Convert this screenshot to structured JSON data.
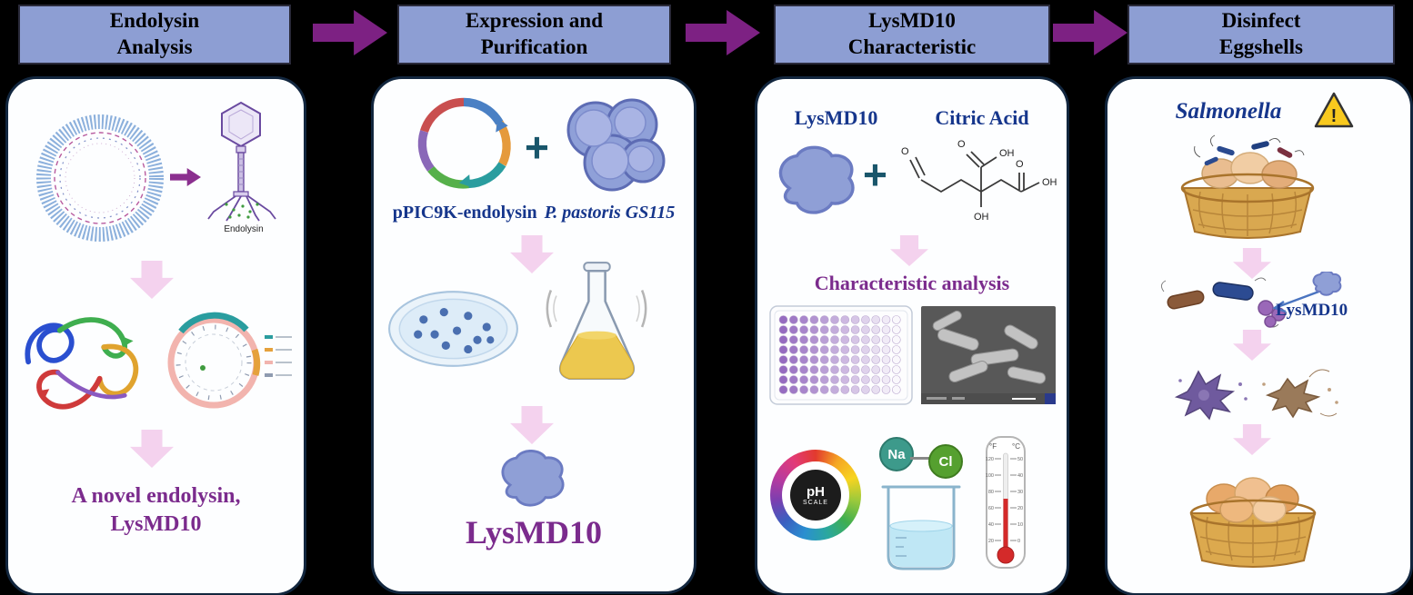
{
  "steps": [
    {
      "title": "Endolysin\nAnalysis"
    },
    {
      "title": "Expression and\nPurification"
    },
    {
      "title": "LysMD10\nCharacteristic"
    },
    {
      "title": "Disinfect\nEggshells"
    }
  ],
  "panel1": {
    "phage_label": "Endolysin",
    "result": "A novel endolysin,\nLysMD10"
  },
  "panel2": {
    "plus": "+",
    "plasmid_label": "pPIC9K-endolysin",
    "strain_label": "P. pastoris GS115",
    "product_label": "LysMD10"
  },
  "panel3": {
    "protein_label": "LysMD10",
    "plus": "+",
    "acid_label": "Citric Acid",
    "analysis_label": "Characteristic analysis",
    "atoms": {
      "o_left": "O",
      "o_top": "O",
      "oh_top": "OH",
      "oh_mid": "OH",
      "o_right": "O",
      "oh_right": "OH"
    },
    "plate": {
      "rows": 8,
      "cols": 12
    },
    "ph_scale": {
      "line1": "pH",
      "line2": "SCALE"
    },
    "nacl": {
      "na": "Na",
      "cl": "Cl"
    },
    "thermo": {
      "f_unit": "°F",
      "c_unit": "°C",
      "f_ticks": [
        "120",
        "100",
        "80",
        "60",
        "40",
        "20"
      ],
      "c_ticks": [
        "50",
        "40",
        "30",
        "20",
        "10",
        "0"
      ]
    }
  },
  "panel4": {
    "pathogen_label": "Salmonella",
    "warning_mark": "!",
    "enzyme_label": "LysMD10"
  }
}
